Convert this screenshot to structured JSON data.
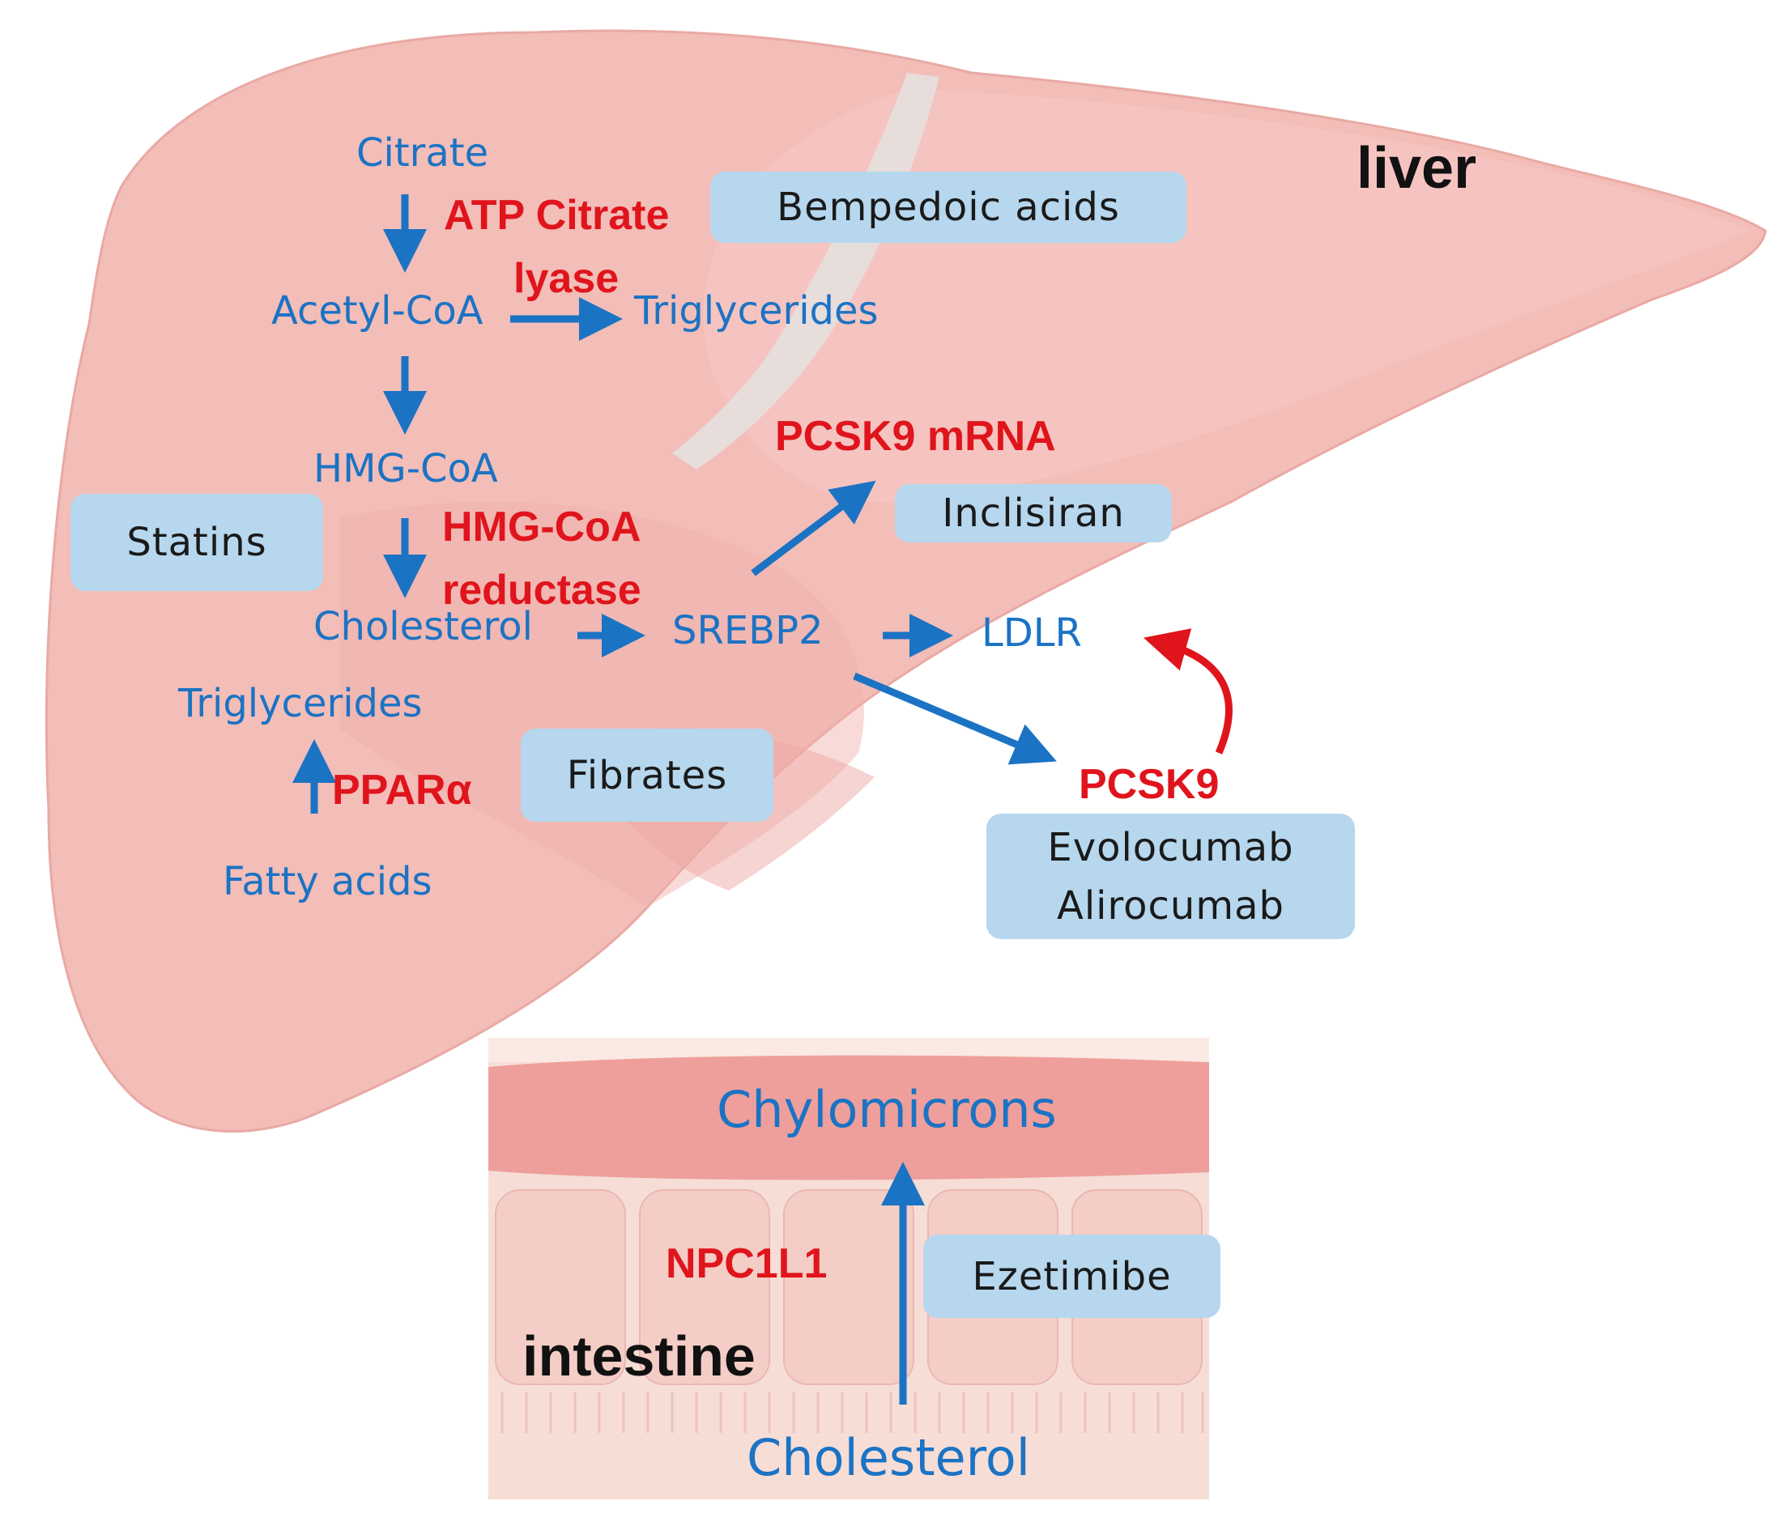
{
  "organs": {
    "liver_label": "liver",
    "intestine_label": "intestine"
  },
  "pathway": {
    "citrate": "Citrate",
    "acetyl_coa": "Acetyl-CoA",
    "triglycerides_top": "Triglycerides",
    "hmg_coa": "HMG-CoA",
    "cholesterol_liver": "Cholesterol",
    "srebp2": "SREBP2",
    "ldlr": "LDLR",
    "triglycerides_left": "Triglycerides",
    "fatty_acids": "Fatty acids",
    "chylomicrons": "Chylomicrons",
    "cholesterol_intestine": "Cholesterol"
  },
  "targets": {
    "atp_citrate_line1": "ATP Citrate",
    "atp_citrate_line2": "lyase",
    "hmg_reductase_line1": "HMG-CoA",
    "hmg_reductase_line2": "reductase",
    "pcsk9_mrna": "PCSK9 mRNA",
    "pcsk9": "PCSK9",
    "ppar": "PPARα",
    "npc1l1": "NPC1L1"
  },
  "drugs": {
    "bempedoic": "Bempedoic acids",
    "statins": "Statins",
    "inclisiran": "Inclisiran",
    "fibrates": "Fibrates",
    "evolocumab": "Evolocumab",
    "alirocumab": "Alirocumab",
    "ezetimibe": "Ezetimibe"
  },
  "colors": {
    "pathway_blue": "#1b73c4",
    "target_red": "#e0141c",
    "drug_box": "#b6d7ee",
    "liver_fill": "#f2b4b0",
    "intestine_band": "#ef9f9c"
  }
}
